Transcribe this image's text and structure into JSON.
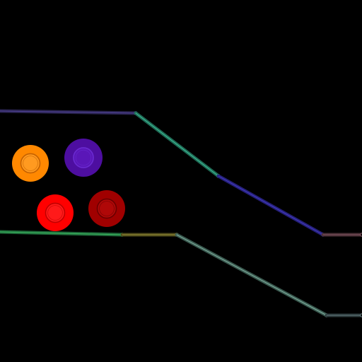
{
  "scene": {
    "background": "#000000"
  },
  "track_upper": {
    "segments": [
      {
        "name": "upper-track-segment-1",
        "color": "#2a2450",
        "glow": "#5a4aa8"
      },
      {
        "name": "upper-track-segment-2",
        "color": "#1f6a55",
        "glow": "#43c9a0"
      },
      {
        "name": "upper-track-segment-3",
        "color": "#25207a",
        "glow": "#4a40c8"
      },
      {
        "name": "upper-track-segment-4",
        "color": "#4a3036",
        "glow": "#8a5a66"
      }
    ]
  },
  "track_lower": {
    "segments": [
      {
        "name": "lower-track-segment-1",
        "color": "#1f6a3a",
        "glow": "#43c96a"
      },
      {
        "name": "lower-track-segment-2",
        "color": "#4e4a1a",
        "glow": "#a39a3c"
      },
      {
        "name": "lower-track-segment-3",
        "color": "#3a5a50",
        "glow": "#8ab8a8"
      },
      {
        "name": "lower-track-segment-4",
        "color": "#2c3a3c",
        "glow": "#6a8286"
      }
    ]
  },
  "balls": [
    {
      "name": "orange-ball",
      "color": "#ff8800",
      "ring": "#c46100",
      "inner": "#ff9a20"
    },
    {
      "name": "purple-ball",
      "color": "#4d0ea0",
      "ring": "#6a2ad0",
      "inner": "#5a16b8"
    },
    {
      "name": "red-ball",
      "color": "#ff0000",
      "ring": "#c00000",
      "inner": "#ff1a1a"
    },
    {
      "name": "dark-red-ball",
      "color": "#a00000",
      "ring": "#6a0000",
      "inner": "#b00808"
    }
  ]
}
